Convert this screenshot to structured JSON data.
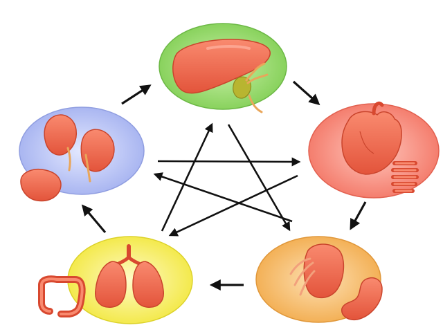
{
  "diagram": {
    "description_type": "five-element organ cycle",
    "nodes": [
      {
        "id": "top",
        "icon": "liver-gallbladder-icon",
        "fill": "#86d25a",
        "stroke": "#6cb845"
      },
      {
        "id": "right",
        "icon": "heart-small-intestine-icon",
        "fill": "#f77b6a",
        "stroke": "#e2604f"
      },
      {
        "id": "bottom-right",
        "icon": "spleen-stomach-icon",
        "fill": "#f4b24d",
        "stroke": "#e0973a"
      },
      {
        "id": "bottom-left",
        "icon": "lungs-large-intestine-icon",
        "fill": "#f6ee3c",
        "stroke": "#dcd22a"
      },
      {
        "id": "left",
        "icon": "kidneys-bladder-icon",
        "fill": "#a9b6f0",
        "stroke": "#8f9de0"
      }
    ],
    "cycle_arrows": [
      {
        "from": "top",
        "to": "right"
      },
      {
        "from": "right",
        "to": "bottom-right"
      },
      {
        "from": "bottom-right",
        "to": "bottom-left"
      },
      {
        "from": "bottom-left",
        "to": "left"
      },
      {
        "from": "left",
        "to": "top"
      }
    ],
    "star_arrows": [
      {
        "from": "top",
        "to": "bottom-right"
      },
      {
        "from": "bottom-right",
        "to": "left"
      },
      {
        "from": "left",
        "to": "right"
      },
      {
        "from": "right",
        "to": "bottom-left"
      },
      {
        "from": "bottom-left",
        "to": "top"
      }
    ],
    "colors": {
      "organ": "#f26a50",
      "organ_dark": "#d8482f",
      "arrow": "#111111"
    }
  }
}
